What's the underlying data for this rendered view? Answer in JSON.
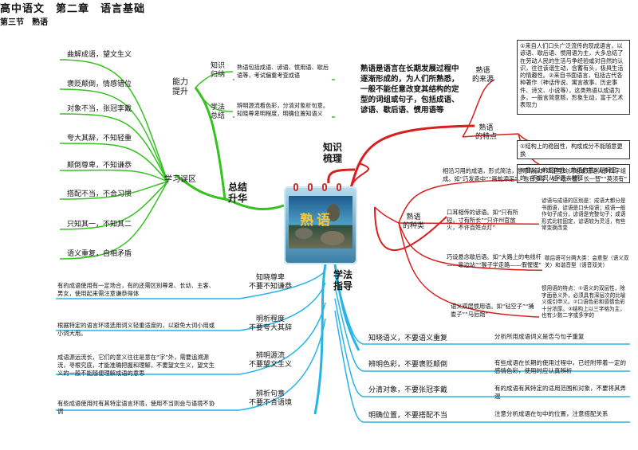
{
  "header": {
    "title": "高中语文　第二章　语言基础",
    "section": "第三节　熟语"
  },
  "center": {
    "label": "熟语"
  },
  "branches": {
    "knowledge": "知识\n梳理",
    "method": "学法\n指导",
    "summary": "总结\n升华"
  },
  "knowledge": {
    "definition": "熟语是语言在长期发展过程中逐渐形成的，为人们所熟悉，一般不能任意改变其结构的定型的词组或句子，包括成语、谚语、歇后语、惯用语等",
    "source_label": "熟语\n的来源",
    "source_text": "①来自人们口头广泛流传的现成语言，以谚语、歇后语、惯用语为主，大多总结了在劳动人民的生活与争经验或对自然的认识，往往该谐生动，含蓄有头，极具生活的情趣性。②来自书面语言，包括古代各种著作（神话传说、寓言故事、历史事件、诗文、小说等），这类熟语以成语为多，一般言简意赅，形象生动，富于艺术表现力",
    "feature_label": "熟语\n的特点",
    "feature_1": "①结构上的稳固性，构成成分不能随意更换",
    "feature_2": "②意义上的整体性，熟语的意义是特定的，不能只从字面去解释",
    "kinds_label": "熟语\n的种类",
    "chengyu": "相沿习用的成语，形式简洁，意思精辟并以定型的词组或短语大多四字组成。如“巧发奇中”“画蛇添足”，也有多字，如“吃一堑，长一智”“莫须有”",
    "yanyu": "口耳相传的谚语。如“只有所短，寸有所长”“只许州官放火，不许百姓点灯”",
    "yanyu_note": "谚语与成语的区别是：成语大都分是书面语，谚语是口头俗语；成语一般作句子成分，谚语是完整句子；成语形式比较固定，谚语较为灵活，有些常变换改变",
    "xiehouyu": "巧设悬念歇后语。如“大路上的电线杆——靠边站”“猴子学走路——假惺惺”",
    "xiehouyu_note": "歇后语可分两大类：会意型（语义双关）和谐音型（语音双关）",
    "guanyongyu": "语义双层惯用语。如“钻空子”“捅娄子”“马后炮”",
    "guanyongyu_note": "惯用语的特点：①语义的双层性，除字面意义外，必须具有深层次的比喻义或引申义。②口语色彩和感情色彩十分浓厚。③结构上以三字格为主，也有少数二字或多字的"
  },
  "summary": {
    "ability_label": "能力\n提升",
    "knowledge_label": "知识\n归纳",
    "knowledge_text": "熟语包括成语、谚语、惯用语、歇后语等，考试偏重考查成语",
    "method_label": "学法\n总结",
    "method_text": "辨明源流看色彩，分清对象析句意。知晓尊卑明程度，明确位置知语义",
    "mistakes_label": "学习误区",
    "mistakes": [
      "曲解成语，望文生义",
      "褒贬颠倒，情感错位",
      "对象不当，张冠李戴",
      "夸大其辞，不知轻重",
      "颠倒尊卑，不知谦恭",
      "搭配不当，不合习惯",
      "只知其一，不知其二",
      "语义重复，自相矛盾"
    ]
  },
  "method": {
    "left": [
      {
        "label": "知晓尊卑\n不要不知谦恭",
        "text": "有的成语使用有一定场合，有的还需区别尊卑、长幼、主客、男女，使用起来需注意谦恭得体"
      },
      {
        "label": "明析程度\n不要夸大其辞",
        "text": "根据特定的语言环境选用词义轻重适度的，以避免大词小用或小词大用。"
      },
      {
        "label": "辨明源流\n不要望文生义",
        "text": "成语源远流长，它们的意义往往是意在“字”外，需要追溯源流，寻根究底，才能准确把握和理解，不要望文生义，望文生义的一般不能随便理解成语的意思"
      },
      {
        "label": "辨析句意\n不要不合语境",
        "text": "有些成语使用时有其特定语言环境，使用不当则会与语境不协调"
      }
    ],
    "right": [
      {
        "label": "知晓语义，不要语义重复",
        "text": "分析所用成语词义是否与句子重复"
      },
      {
        "label": "辨明色彩，不要褒贬颠倒",
        "text": "有些成语在长期的使用过程中，已经附带着一定的感情色彩，使用时应认真辨析"
      },
      {
        "label": "分清对象，不要张冠李戴",
        "text": "有的成语有其特定的适用范围和对象，不要将其弄混"
      },
      {
        "label": "明确位置，不要搭配不当",
        "text": "注意分析成语在句中的位置，注意搭配关系"
      }
    ]
  },
  "colors": {
    "red": "#d81e1e",
    "green": "#35c21f",
    "cyan": "#27b4e6",
    "box_border": "#333333"
  }
}
